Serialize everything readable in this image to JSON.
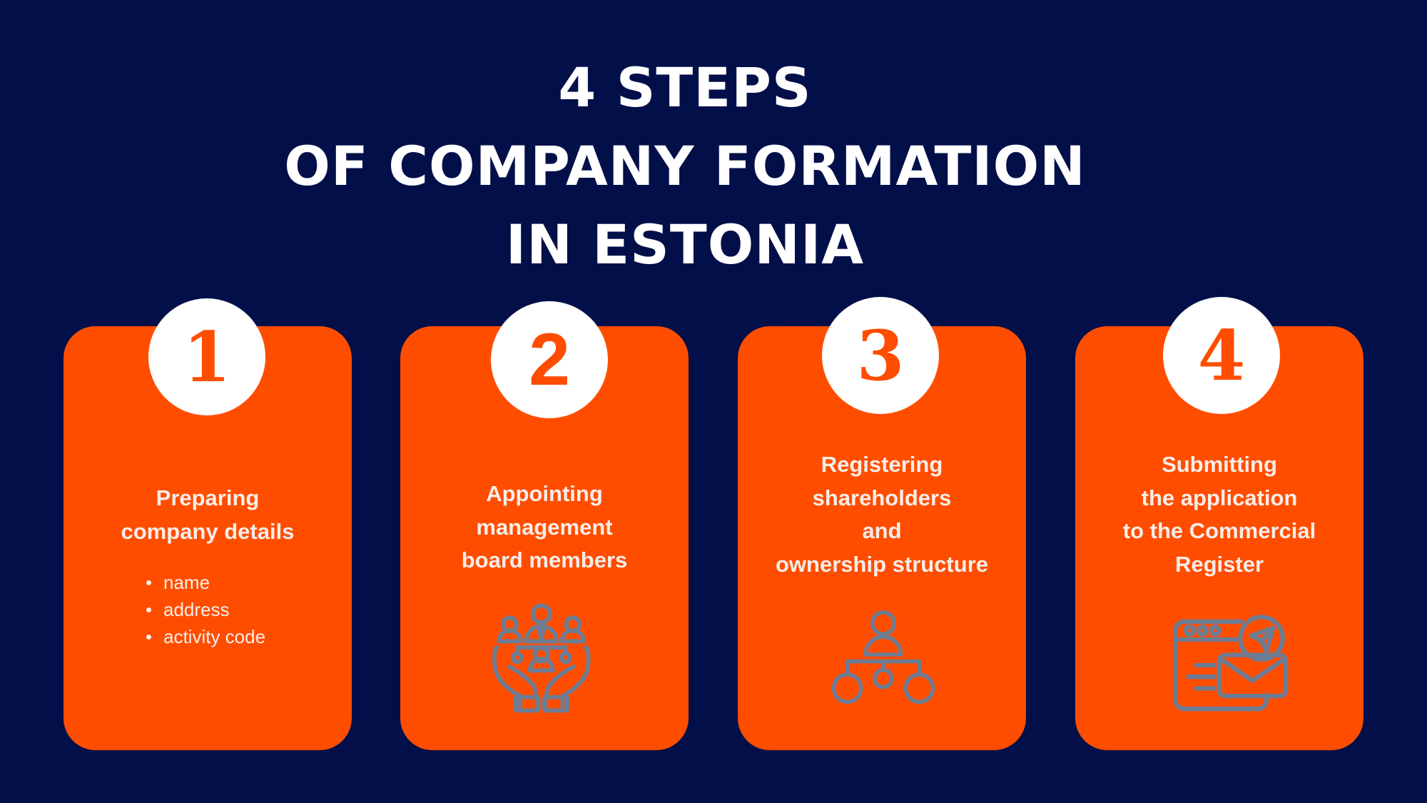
{
  "title": {
    "lines": [
      "4 STEPS",
      "OF COMPANY FORMATION",
      "IN ESTONIA"
    ]
  },
  "colors": {
    "background": "#030F49",
    "card": "#FF4D00",
    "badge": "#FFFFFF",
    "number": "#FF4D00",
    "card_text": "#F8EEE8",
    "icon_stroke": "#6E7D94"
  },
  "steps": [
    {
      "number": "1",
      "heading": [
        "Preparing",
        "company details"
      ],
      "bullets": [
        "name",
        "address",
        "activity code"
      ],
      "icon": "none"
    },
    {
      "number": "2",
      "heading": [
        "Appointing",
        "management",
        "board members"
      ],
      "icon": "team-in-hands-icon"
    },
    {
      "number": "3",
      "heading": [
        "Registering",
        "shareholders",
        "and",
        "ownership structure"
      ],
      "icon": "org-hierarchy-icon"
    },
    {
      "number": "4",
      "heading": [
        "Submitting",
        "the application",
        "to the Commercial",
        "Register"
      ],
      "icon": "browser-email-send-icon"
    }
  ]
}
